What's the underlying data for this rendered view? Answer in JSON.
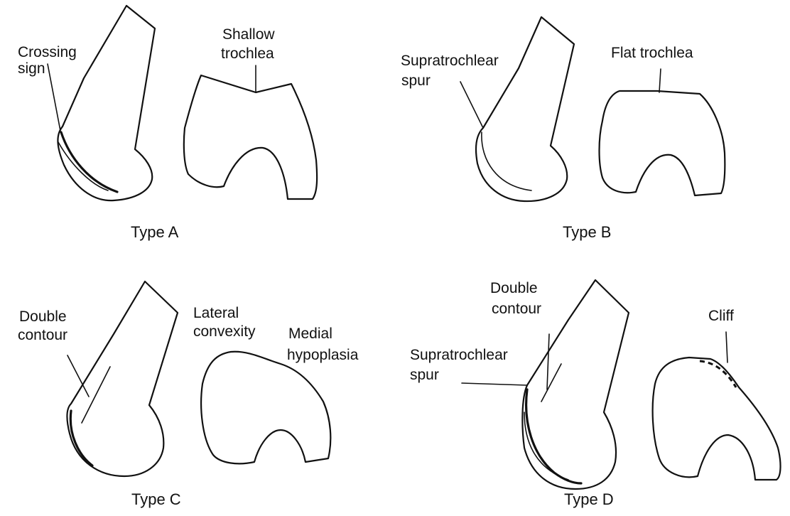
{
  "panels": {
    "a": {
      "type_label": "Type A",
      "labels": {
        "crossing_sign": [
          "Crossing",
          "sign"
        ],
        "trochlea": [
          "Shallow",
          "trochlea"
        ]
      }
    },
    "b": {
      "type_label": "Type B",
      "labels": {
        "spur": [
          "Supratrochlear",
          "spur"
        ],
        "trochlea": [
          "Flat trochlea"
        ]
      }
    },
    "c": {
      "type_label": "Type C",
      "labels": {
        "double_contour": [
          "Double",
          "contour"
        ],
        "lateral_convexity": [
          "Lateral",
          "convexity"
        ],
        "medial_hypoplasia": [
          "Medial",
          "hypoplasia"
        ]
      }
    },
    "d": {
      "type_label": "Type D",
      "labels": {
        "double_contour": [
          "Double",
          "contour"
        ],
        "spur": [
          "Supratrochlear",
          "spur"
        ],
        "cliff": [
          "Cliff"
        ]
      }
    }
  },
  "colors": {
    "line": "#111111",
    "background": "#ffffff"
  }
}
